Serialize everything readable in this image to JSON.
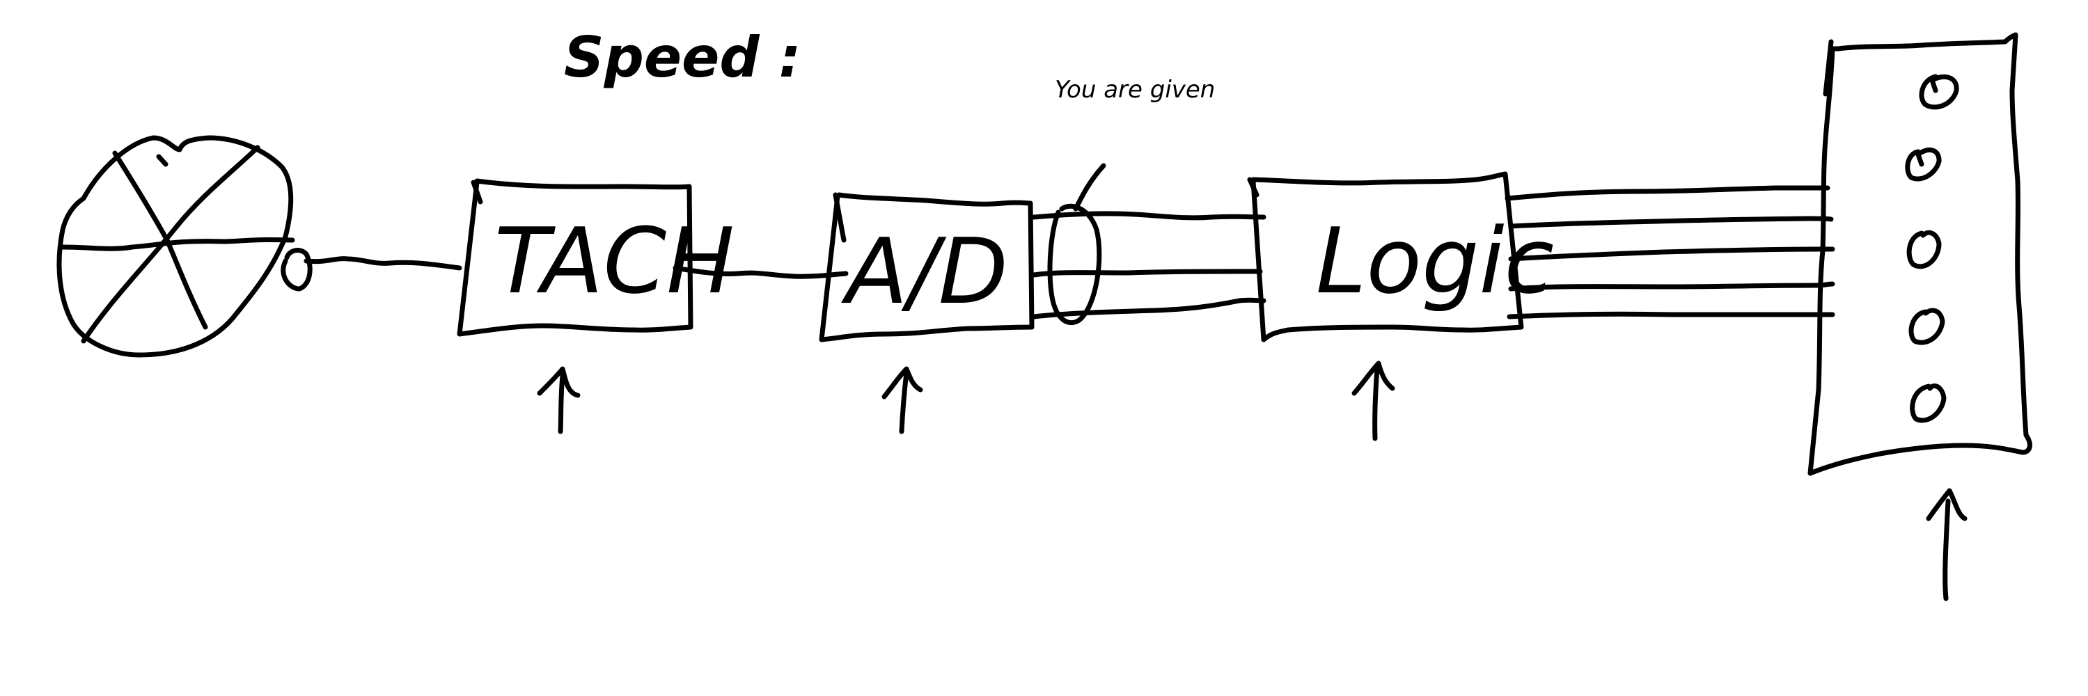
{
  "title": "Speed :",
  "note": "You are given",
  "blocks": {
    "tach": "TACH",
    "ad": "A/D",
    "logic": "Logic"
  },
  "colors": {
    "ink": "#000000",
    "paper": "#ffffff"
  }
}
